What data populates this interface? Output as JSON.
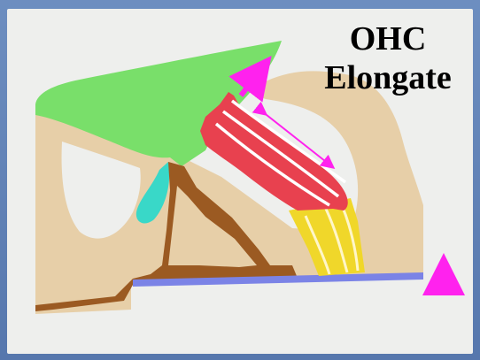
{
  "title": {
    "line1": "OHC",
    "line2": "Elongate"
  },
  "colors": {
    "frame": "#5b7fb3",
    "background": "#eeefed",
    "tectorial_membrane": "#79df6a",
    "supporting_tissue": "#e7cfa8",
    "outer_hair_cells": "#e8414f",
    "deiters_cells": "#f0d72a",
    "pillar_cells": "#9b5a22",
    "inner_hair_cell": "#39d8c8",
    "basilar_membrane": "#7b83e6",
    "arrows": "#ff22ee"
  },
  "arrows": [
    {
      "name": "tectorial-up-arrow",
      "direction": "up-right"
    },
    {
      "name": "elongation-arrow",
      "direction": "bidirectional"
    },
    {
      "name": "basilar-up-arrow",
      "direction": "up"
    }
  ]
}
